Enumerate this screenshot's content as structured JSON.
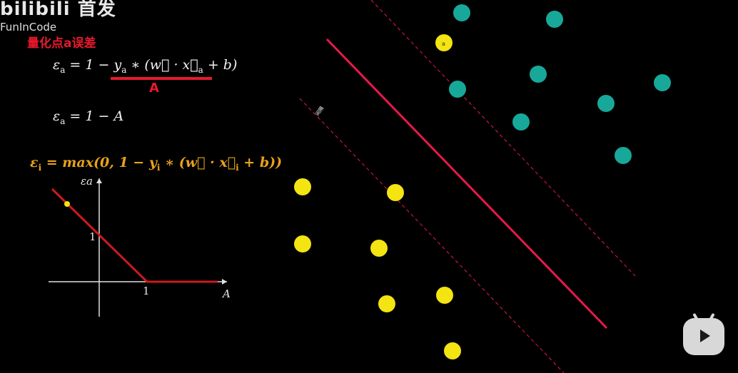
{
  "header": {
    "logo_text": "bilibili 首发",
    "channel_name": "FunInCode"
  },
  "slide": {
    "title": "量化点a误差",
    "eq1_prefix": "ε",
    "eq1_sub": "a",
    "eq1_mid": " = 1 − ",
    "eq1_y": "y",
    "eq1_y_sub": "a",
    "eq1_rest": " ∗ (w⃗ · x⃗",
    "eq1_x_sub": "a",
    "eq1_tail": " + b)",
    "eq1_under_label": "A",
    "eq2_prefix": "ε",
    "eq2_sub": "a",
    "eq2_rest": " = 1 − A",
    "eq3_prefix": "ε",
    "eq3_sub": "i",
    "eq3_mid": " = max(0, 1 − y",
    "eq3_y_sub": "i",
    "eq3_rest": " ∗ (w⃗ · x⃗",
    "eq3_x_sub": "i",
    "eq3_tail": " + b))",
    "margin_tag": "间隔"
  },
  "hinge_plot": {
    "y_axis_label": "εa",
    "x_axis_label": "A",
    "x_tick": "1",
    "y_tick": "1",
    "line_color": "#cc1a1a",
    "marker_color": "#f3e412"
  },
  "scatter": {
    "decision_line_color": "#e8194a",
    "teal_color": "#17a89a",
    "yellow_color": "#f3e412",
    "point_label": "a"
  },
  "watermark": {
    "icon": "bilibili-tv-icon"
  }
}
